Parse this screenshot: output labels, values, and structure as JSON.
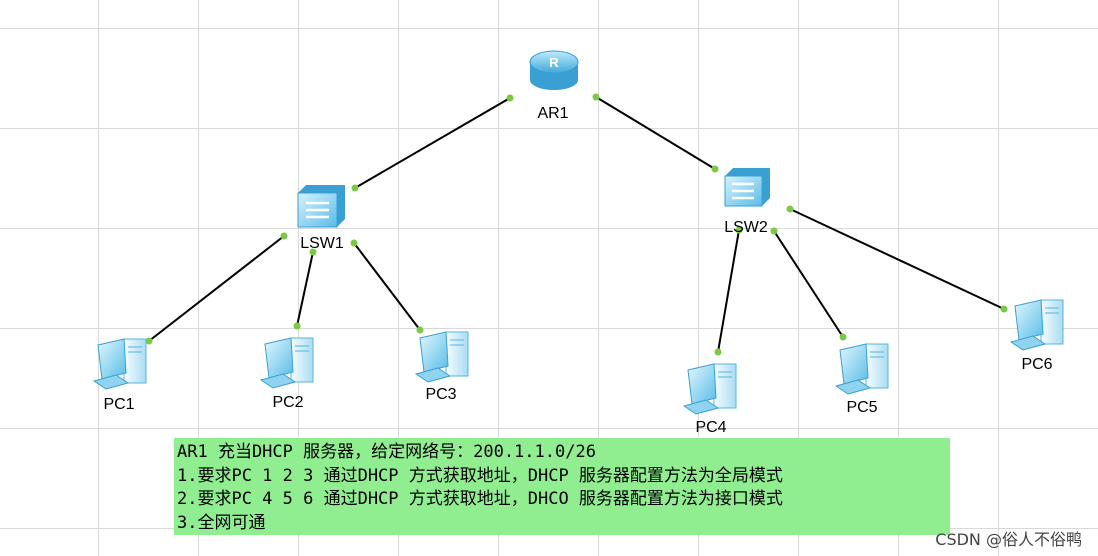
{
  "devices": {
    "ar1": "AR1",
    "lsw1": "LSW1",
    "lsw2": "LSW2",
    "pc1": "PC1",
    "pc2": "PC2",
    "pc3": "PC3",
    "pc4": "PC4",
    "pc5": "PC5",
    "pc6": "PC6"
  },
  "links": [
    [
      "AR1",
      "LSW1"
    ],
    [
      "AR1",
      "LSW2"
    ],
    [
      "LSW1",
      "PC1"
    ],
    [
      "LSW1",
      "PC2"
    ],
    [
      "LSW1",
      "PC3"
    ],
    [
      "LSW2",
      "PC4"
    ],
    [
      "LSW2",
      "PC5"
    ],
    [
      "LSW2",
      "PC6"
    ]
  ],
  "note": {
    "line1": "AR1 充当DHCP 服务器，给定网络号：200.1.1.0/26",
    "line2": "1.要求PC 1 2 3 通过DHCP 方式获取地址，DHCP 服务器配置方法为全局模式",
    "line3": "2.要求PC 4 5 6 通过DHCP 方式获取地址，DHCO 服务器配置方法为接口模式",
    "line4": "3.全网可通"
  },
  "watermark": "CSDN @俗人不俗鸭",
  "colors": {
    "note_bg": "#90ee90",
    "link": "#000000",
    "port_dot": "#7ac943",
    "device": "#6ec6ee"
  }
}
